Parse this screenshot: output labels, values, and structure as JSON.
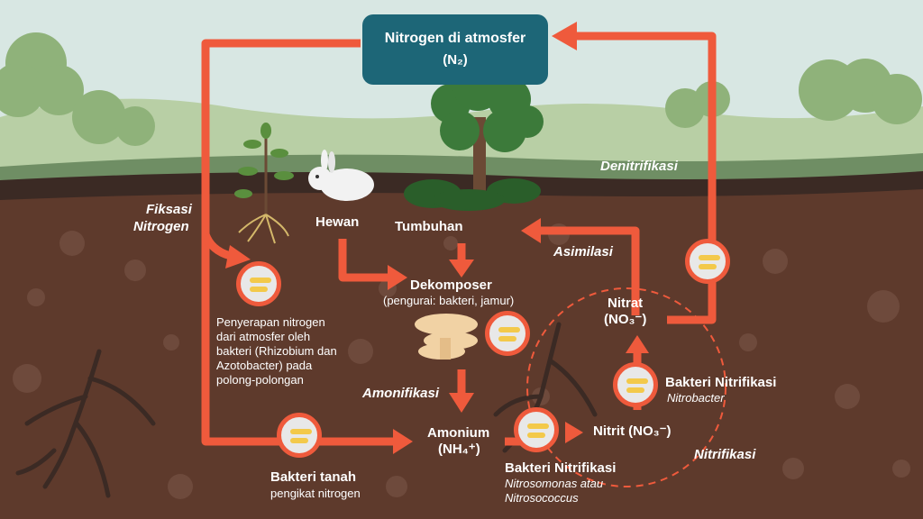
{
  "title": {
    "line1": "Nitrogen di atmosfer",
    "line2": "(N₂)"
  },
  "labels": {
    "fiksasi": [
      "Fiksasi",
      "Nitrogen"
    ],
    "denitrifikasi": "Denitrifikasi",
    "hewan": "Hewan",
    "tumbuhan": "Tumbuhan",
    "asimilasi": "Asimilasi",
    "dekomposer": "Dekomposer",
    "pengurai": "(pengurai: bakteri, jamur)",
    "nitrat": "Nitrat",
    "nitrat_formula": "(NO₃⁻)",
    "penyerapan": [
      "Penyerapan nitrogen",
      "dari atmosfer oleh",
      "bakteri (Rhizobium dan",
      "Azotobacter) pada",
      "polong-polongan"
    ],
    "amonifikasi": "Amonifikasi",
    "amonium": "Amonium",
    "amonium_formula": "(NH₄⁺)",
    "bakteri_nitrifikasi_1": "Bakteri Nitrifikasi",
    "nitrobacter": "Nitrobacter",
    "nitrit": "Nitrit (NO₃⁻)",
    "nitrifikasi": "Nitrifikasi",
    "bakteri_tanah": "Bakteri tanah",
    "pengikat": "pengikat nitrogen",
    "bakteri_nitrifikasi_2": "Bakteri Nitrifikasi",
    "nitrosomonas": [
      "Nitrosomonas atau",
      "Nitrosococcus"
    ]
  },
  "colors": {
    "arrow": "#ef5a3c",
    "box": "#1d6677",
    "soil": "#5e3a2c",
    "sky": "#d8e7e3"
  },
  "icons": [
    "rabbit-icon",
    "tree-icon",
    "sapling-icon",
    "mushroom-icon",
    "bacteria-icon",
    "root-icon"
  ]
}
